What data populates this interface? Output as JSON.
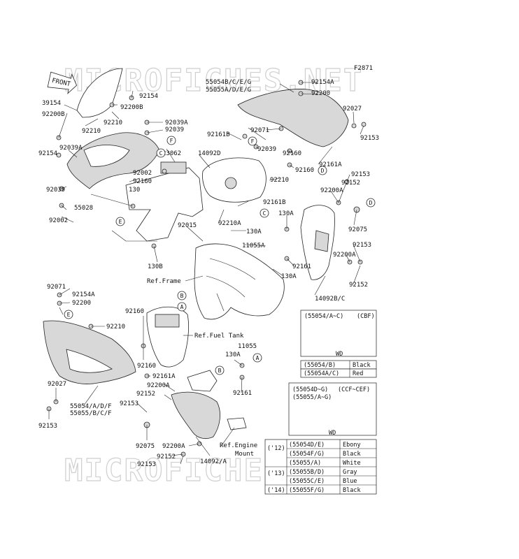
{
  "figure_code": "F2871",
  "watermark": "MICROFICHES.NET",
  "front_arrow": "FRONT",
  "labels": {
    "l_39154": "39154",
    "l_92200B_a": "92200B",
    "l_92210_a": "92210",
    "l_92154_a": "92154",
    "l_92039A_a": "92039A",
    "l_92154_top": "92154",
    "l_92200B_b": "92200B",
    "l_92210_b": "92210",
    "l_92039A_b": "92039A",
    "l_92039_a": "92039",
    "l_92002_a": "92002",
    "l_92160_a": "92160",
    "l_130_a": "130",
    "l_92039_b": "92039",
    "l_55028": "55028",
    "l_92002_b": "92002",
    "l_23062": "23062",
    "l_14092D": "14092D",
    "l_92161B_a": "92161B",
    "l_92039_c": "92039",
    "l_92071_a": "92071",
    "l_55054B": "55054B/C/E/G",
    "l_55055A": "55055A/D/E/G",
    "l_92154A_a": "92154A",
    "l_92200_a": "92200",
    "l_92027_a": "92027",
    "l_92153_a": "92153",
    "l_92160_b": "92160",
    "l_92160_c": "92160",
    "l_92161A_a": "92161A",
    "l_92210_c": "92210",
    "l_92153_b": "92153",
    "l_92152_a": "92152",
    "l_92200A_a": "92200A",
    "l_92161B_b": "92161B",
    "l_130A_a": "130A",
    "l_92210A": "92210A",
    "l_130A_b": "130A",
    "l_92075_a": "92075",
    "l_92015": "92015",
    "l_11055A": "11055A",
    "l_92153_c": "92153",
    "l_92200A_b": "92200A",
    "l_130B": "130B",
    "l_92161_a": "92161",
    "l_130A_c": "130A",
    "l_92152_b": "92152",
    "l_ref_frame": "Ref.Frame",
    "l_14092BC": "14092B/C",
    "l_92071_b": "92071",
    "l_92154A_b": "92154A",
    "l_92200_b": "92200",
    "l_92160_d": "92160",
    "l_92210_d": "92210",
    "l_ref_fuel": "Ref.Fuel Tank",
    "l_11055": "11055",
    "l_130A_d": "130A",
    "l_92160_e": "92160",
    "l_92161A_b": "92161A",
    "l_92200A_c": "92200A",
    "l_92152_c": "92152",
    "l_92161_b": "92161",
    "l_92027_b": "92027",
    "l_92153_d": "92153",
    "l_55054AD": "55054/A/D/F",
    "l_55055BC": "55055/B/C/F",
    "l_92153_e": "92153",
    "l_92075_b": "92075",
    "l_92200A_d": "92200A",
    "l_92152_d": "92152",
    "l_92153_f": "92153",
    "l_14092A": "14092/A",
    "l_ref_engine_1": "Ref.Engine",
    "l_ref_engine_2": "Mount"
  },
  "callouts": [
    "A",
    "B",
    "C",
    "D",
    "E",
    "F"
  ],
  "table_cbf": {
    "header_code": "(55054/A~C)",
    "header_model": "(CBF)",
    "caption": "WD",
    "rows": [
      {
        "code": "(55054/B)",
        "color": "Black"
      },
      {
        "code": "(55054A/C)",
        "color": "Red"
      }
    ]
  },
  "table_ccf": {
    "header_code_1": "(55054D~G)",
    "header_model": "(CCF~CEF)",
    "header_code_2": "(55055/A~G)",
    "caption": "WD",
    "rows": [
      {
        "year": "('12)",
        "code": "(55054D/E)",
        "color": "Ebony"
      },
      {
        "year": "",
        "code": "(55054F/G)",
        "color": "Black"
      },
      {
        "year": "",
        "code": "(55055/A)",
        "color": "White"
      },
      {
        "year": "('13)",
        "code": "(55055B/D)",
        "color": "Gray"
      },
      {
        "year": "",
        "code": "(55055C/E)",
        "color": "Blue"
      },
      {
        "year": "('14)",
        "code": "(55055F/G)",
        "color": "Black"
      }
    ]
  }
}
